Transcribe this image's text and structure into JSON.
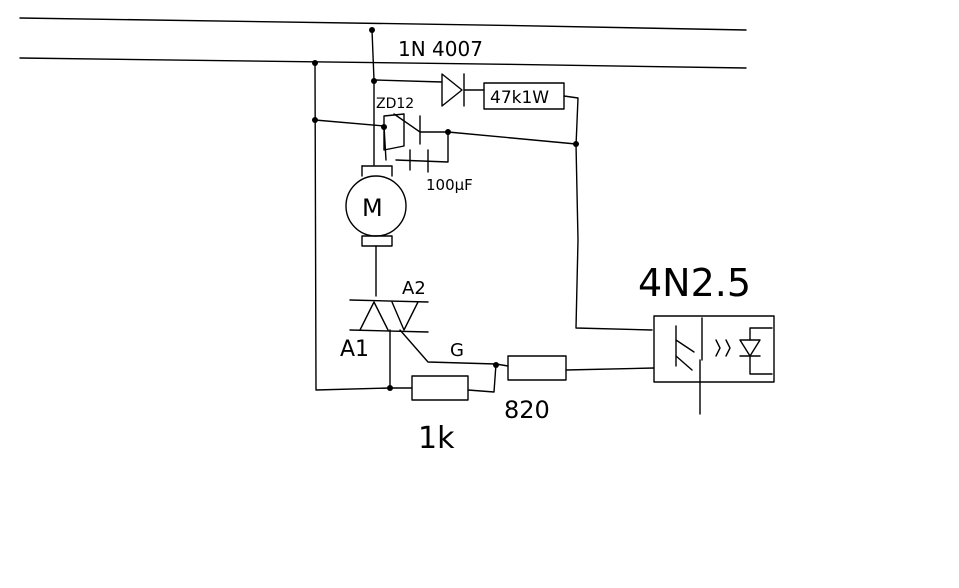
{
  "labels": {
    "diode": "1N 4007",
    "zener": "ZD12",
    "resistor_supply": "47k1W",
    "capacitor": "100µF",
    "motor": "M",
    "triac_a2": "A2",
    "triac_a1": "A1",
    "triac_gate": "G",
    "resistor_gate": "820",
    "resistor_bottom": "1k",
    "optocoupler": "4N2.5"
  }
}
